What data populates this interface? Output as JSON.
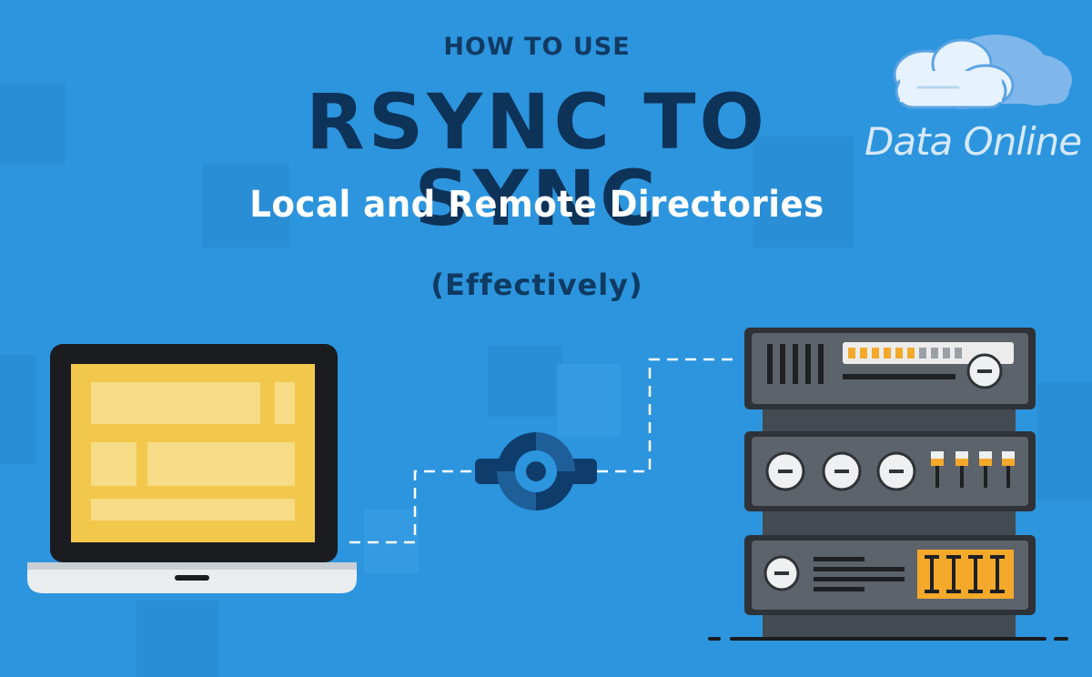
{
  "banner": {
    "kicker": "HOW TO USE",
    "title": "RSYNC TO SYNC",
    "subtitle": "Local and Remote Directories",
    "tagline": "(Effectively)"
  },
  "brand": {
    "name": "Data Online",
    "icon": "cloud-icon"
  },
  "illustration": {
    "source_icon": "laptop-icon",
    "connector_icon": "sync-node-icon",
    "target_icon": "server-rack-icon"
  },
  "colors": {
    "background": "#2c95de",
    "title": "#0e3359",
    "laptop_screen": "#f2c94c",
    "server_accent": "#f4a92b"
  }
}
